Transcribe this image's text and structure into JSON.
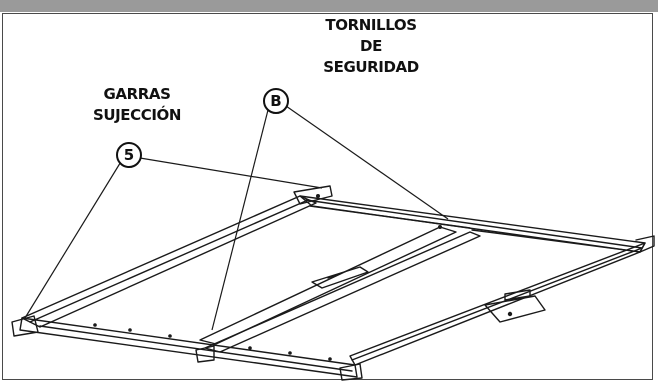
{
  "labels": {
    "tornillos": [
      "TORNILLOS",
      "DE",
      "SEGURIDAD"
    ],
    "garras": [
      "GARRAS",
      "SUJECCIÓN"
    ]
  },
  "callouts": {
    "b": "B",
    "five": "5"
  },
  "colors": {
    "line": "#1a1a1a",
    "frame": "#4a4a4a",
    "topbar": "#9a9a9a"
  }
}
